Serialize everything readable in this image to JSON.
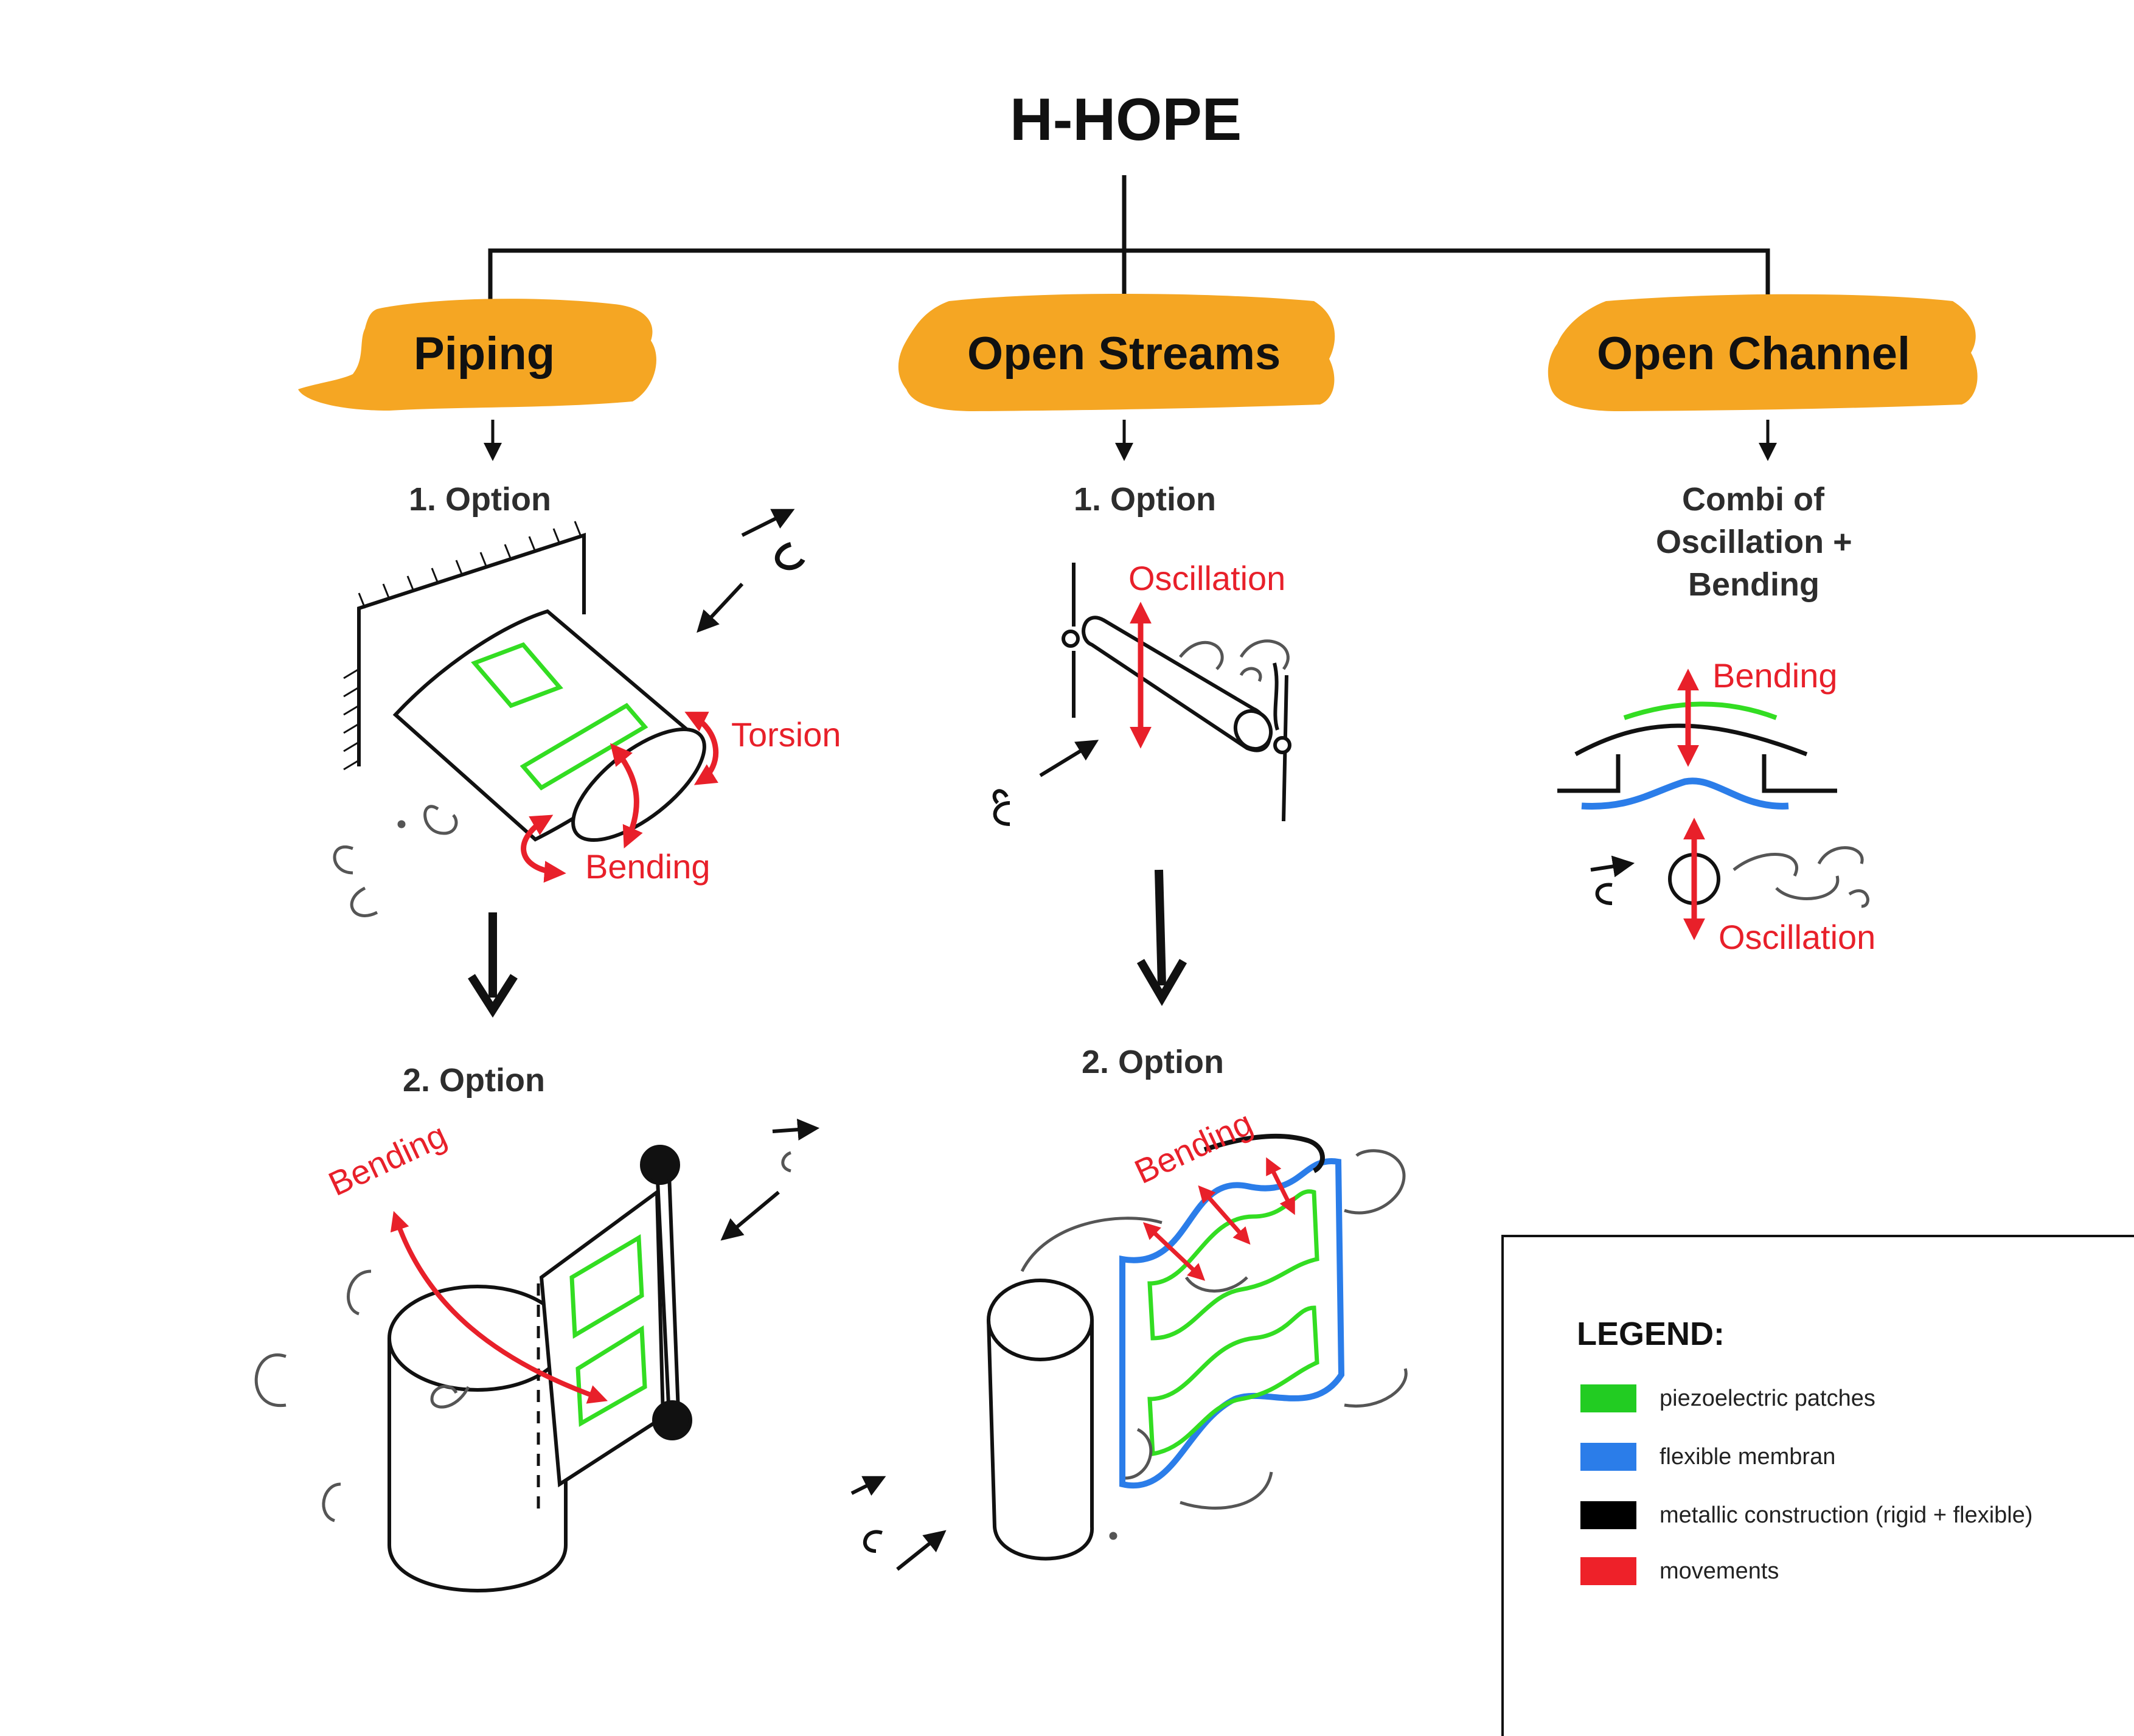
{
  "title": "H-HOPE",
  "categories": {
    "piping": "Piping",
    "open_streams": "Open Streams",
    "open_channel": "Open Channel"
  },
  "options": {
    "piping_1": "1. Option",
    "piping_2": "2. Option",
    "streams_1": "1. Option",
    "streams_2": "2. Option",
    "channel_line1": "Combi of",
    "channel_line2": "Oscillation +",
    "channel_line3": "Bending"
  },
  "movement_labels": {
    "torsion": "Torsion",
    "bending_piping_1": "Bending",
    "oscillation_streams": "Oscillation",
    "bending_channel": "Bending",
    "oscillation_channel": "Oscillation",
    "bending_piping_2": "Bending",
    "bending_streams_2": "Bending"
  },
  "legend": {
    "title": "LEGEND:",
    "items": [
      {
        "label": "piezoelectric patches",
        "color": "#22cc22"
      },
      {
        "label": "flexible membran",
        "color": "#2b7de9"
      },
      {
        "label": "metallic construction (rigid + flexible)",
        "color": "#000000"
      },
      {
        "label": "movements",
        "color": "#ee2129"
      }
    ]
  },
  "colors": {
    "highlight": "#f5a623",
    "movement": "#e8202a",
    "piezo": "#33dd22",
    "membrane": "#2b7de9",
    "construction": "#000000",
    "flow": "#555555"
  }
}
